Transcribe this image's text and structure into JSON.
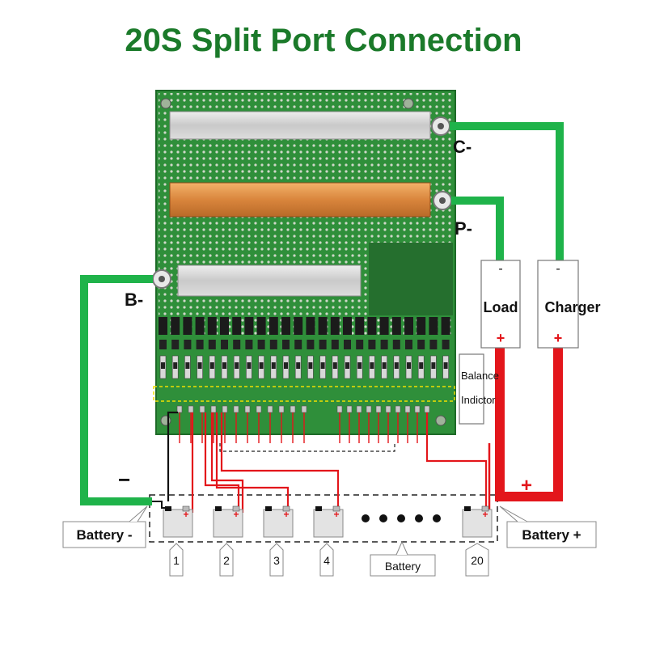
{
  "title": "20S Split Port Connection",
  "ports": {
    "c_minus": "C-",
    "p_minus": "P-",
    "b_minus": "B-"
  },
  "boxes": {
    "load": {
      "label": "Load",
      "minus": "-",
      "plus": "+"
    },
    "charger": {
      "label": "Charger",
      "minus": "-",
      "plus": "+"
    },
    "balance": {
      "line1": "Balance",
      "line2": "Indictor"
    }
  },
  "battery_minus_label": "Battery -",
  "battery_plus_label": "Battery +",
  "battery_group_label": "Battery",
  "wire_minus_sign": "−",
  "wire_plus_sign": "+",
  "cell_plus_sign": "+",
  "cell_numbers": [
    "1",
    "2",
    "3",
    "4",
    "20"
  ],
  "colors": {
    "title": "#1b7a2a",
    "pcb": "#2f8f3a",
    "green_wire": "#1fb34a",
    "red_wire": "#e3161b",
    "black_wire": "#111111"
  }
}
